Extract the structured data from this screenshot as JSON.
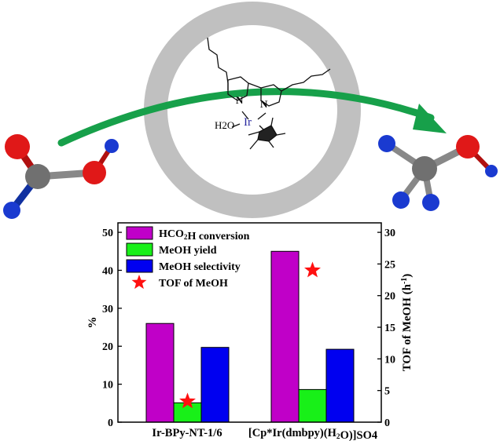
{
  "scheme": {
    "complex_labels": {
      "metal": "Ir",
      "water": "H2O",
      "n1": "N",
      "n2": "N"
    }
  },
  "chart_data": {
    "type": "bar",
    "categories": [
      "Ir-BPy-NT-1/6",
      "[Cp*Ir(dmbpy)(H2O)]SO4"
    ],
    "series": [
      {
        "name": "HCO2H conversion",
        "axis": "left",
        "color": "#c000c8",
        "values": [
          26.0,
          45.0
        ]
      },
      {
        "name": "MeOH yield",
        "axis": "left",
        "color": "#18f018",
        "values": [
          5.1,
          8.6
        ]
      },
      {
        "name": "MeOH selectivity",
        "axis": "left",
        "color": "#0000f0",
        "values": [
          19.7,
          19.2
        ]
      },
      {
        "name": "TOF of MeOH",
        "axis": "right",
        "type": "scatter",
        "marker": "star",
        "color": "#ff1010",
        "values": [
          3.3,
          24.0
        ]
      }
    ],
    "ylabel": "%",
    "ylabel_right": "TOF of MeOH (h-1)",
    "ylim": [
      0,
      52.5
    ],
    "ylim_right": [
      0,
      31.5
    ],
    "yticks": [
      0,
      10,
      20,
      30,
      40,
      50
    ],
    "yticks_right": [
      0,
      5,
      10,
      15,
      20,
      25,
      30
    ],
    "legend_position": "top-left",
    "grid": false
  }
}
